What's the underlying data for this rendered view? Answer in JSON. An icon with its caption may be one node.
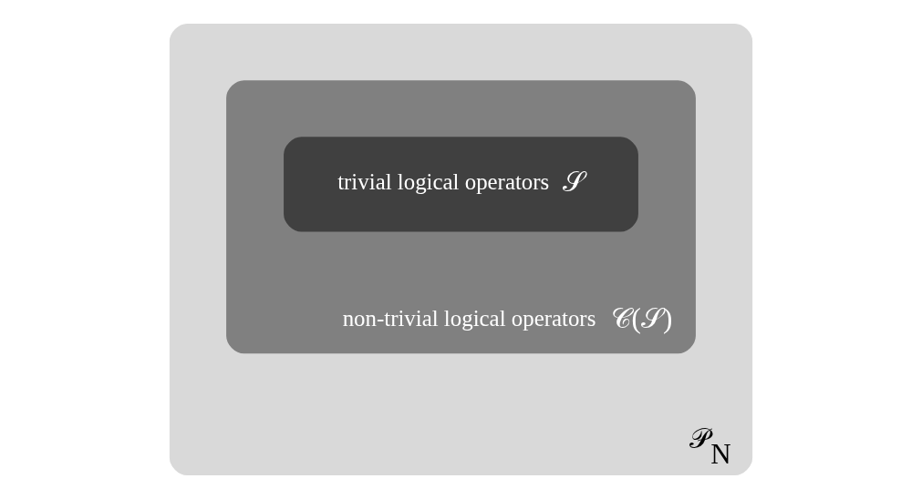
{
  "diagram": {
    "nodes": [
      {
        "text": [
          "𝒫$_{N}$"
        ]
      },
      {
        "text": [
          "non-trivial logical operators",
          "𝒞(𝒮)"
        ],
        "in": 0
      },
      {
        "text": [
          "trivial logical operators",
          "𝒮"
        ],
        "in": 1
      }
    ]
  }
}
